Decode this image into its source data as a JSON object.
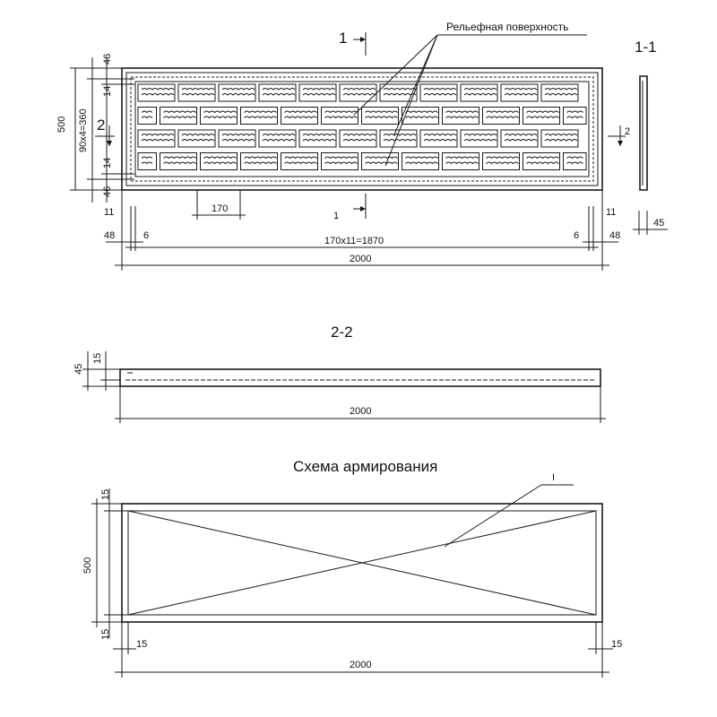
{
  "top_view": {
    "section_1_1_label": "1-1",
    "relief_label": "Рельефная поверхность",
    "cut_1": "1",
    "cut_2": "2",
    "dims": {
      "d46_top": "46",
      "d46_bottom": "46",
      "d500": "500",
      "d14_top": "14",
      "d14_bottom": "14",
      "d90x4": "90x4=360",
      "d170": "170",
      "d11_left": "11",
      "d11_right": "11",
      "d48_left": "48",
      "d48_right": "48",
      "d6_left": "6",
      "d6_right": "6",
      "d170x11": "170x11=1870",
      "d2000": "2000",
      "d45_side": "45"
    }
  },
  "section_2_2": {
    "title": "2-2",
    "d45": "45",
    "d15": "15",
    "d2000": "2000"
  },
  "reinforcement": {
    "title": "Схема армирования",
    "leader_label": "I",
    "d15_top": "15",
    "d500": "500",
    "d15_bottom": "15",
    "d15_left": "15",
    "d15_right": "15",
    "d2000": "2000"
  }
}
